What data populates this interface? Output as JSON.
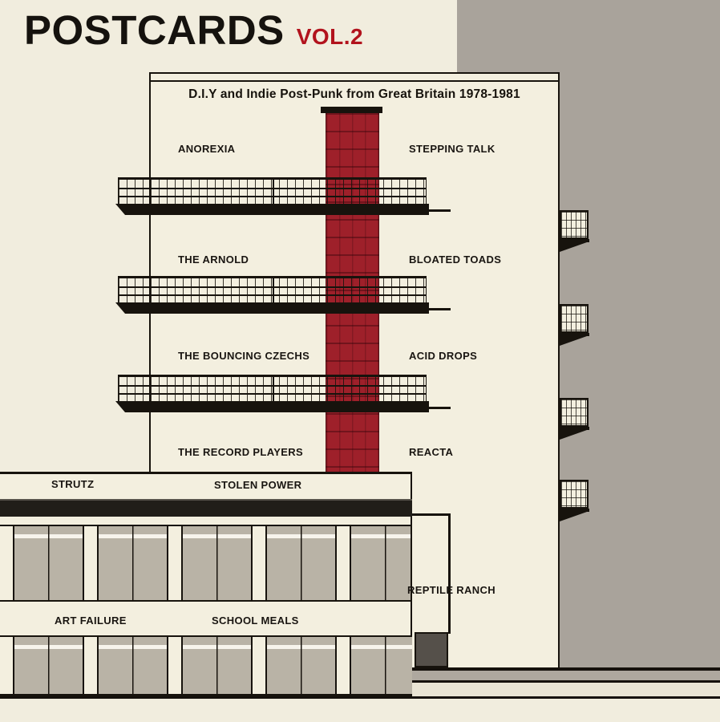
{
  "artwork": {
    "title": "POSTCARDS",
    "volume": "VOL.2",
    "subtitle": "D.I.Y and Indie Post-Punk from Great Britain 1978-1981"
  },
  "bands": [
    "ANOREXIA",
    "STEPPING TALK",
    "THE ARNOLD",
    "BLOATED TOADS",
    "THE BOUNCING CZECHS",
    "ACID DROPS",
    "THE RECORD PLAYERS",
    "REACTA",
    "STRUTZ",
    "STOLEN POWER",
    "REPTILE RANCH",
    "ART FAILURE",
    "SCHOOL MEALS"
  ],
  "colors": {
    "title_ink": "#15120e",
    "title_red": "#b2131d",
    "chimney_red": "#9e202a",
    "cream": "#f1edde",
    "taupe": "#a9a39b",
    "outline_ink": "#17130d"
  }
}
